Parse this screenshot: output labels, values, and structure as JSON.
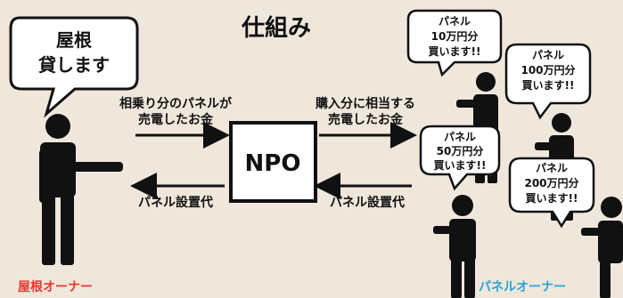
{
  "title": "仕組み",
  "owner_bubble": [
    "屋根",
    "貸します"
  ],
  "npo_label": "NPO",
  "arrow_top_left": [
    "相乗り分のパネルが",
    "売電したお金"
  ],
  "arrow_top_right": [
    "購入分に相当する",
    "売電したお金"
  ],
  "arrow_bottom_left": "パネル設置代",
  "arrow_bottom_right": "パネル設置代",
  "buyer_bubbles": [
    [
      "パネル",
      "10万円分",
      "買います!!"
    ],
    [
      "パネル",
      "100万円分",
      "買います!!"
    ],
    [
      "パネル",
      "50万円分",
      "買います!!"
    ],
    [
      "パネル",
      "200万円分",
      "買います!!"
    ]
  ],
  "label_owner": "屋根オーナー",
  "label_buyers": "パネルオーナー",
  "colors": {
    "background": "#efe7db",
    "owner_label": "#e8352e",
    "buyer_label": "#2aa6d6",
    "figure": "#111111"
  }
}
